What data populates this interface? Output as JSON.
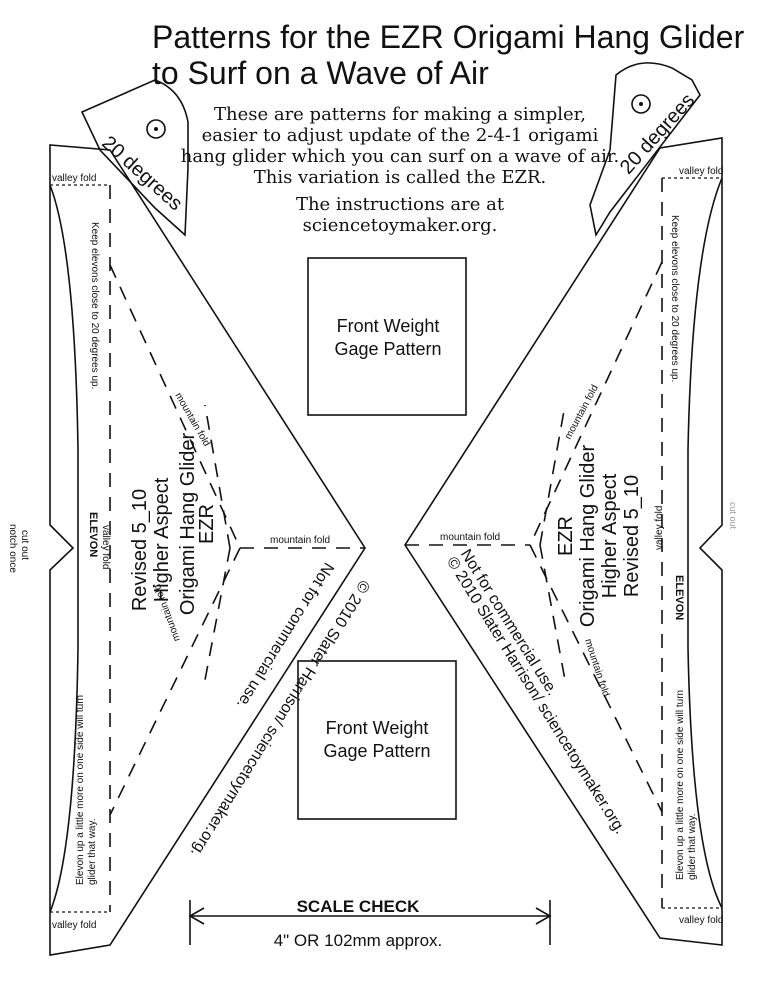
{
  "title": {
    "line1": "Patterns for the EZR Origami Hang Glider",
    "line2": "to Surf on a Wave of Air"
  },
  "intro": [
    "These are patterns for making a simpler,",
    "easier to adjust update of the 2-4-1 origami",
    "hang glider which you can surf on a wave of air.",
    "This variation is called the EZR.",
    "The instructions are at",
    "sciencetoymaker.org."
  ],
  "angle_tool_label": "20 degrees",
  "gage_pattern": {
    "line1": "Front Weight",
    "line2": "Gage Pattern"
  },
  "fold_labels": {
    "valley": "valley fold",
    "mountain": "mountain fold"
  },
  "elevon_label": "ELEVON",
  "notch_label": {
    "line1": "cut out",
    "line2": "notch once"
  },
  "note_top": "Keep elevons close to 20 degrees up.",
  "note_bottom": {
    "line1": "Elevon up a little more on one side will turn",
    "line2": "glider that way."
  },
  "model_label": [
    "EZR",
    "Origami Hang Glider",
    "Higher Aspect",
    "Revised 5_10"
  ],
  "copyright": {
    "line1": "© 2010 Slater Harrison/ sciencetoymaker.org.",
    "line2": "Not for commercial use."
  },
  "scale_check": {
    "label": "SCALE CHECK",
    "measure": "4\"  OR 102mm approx."
  }
}
